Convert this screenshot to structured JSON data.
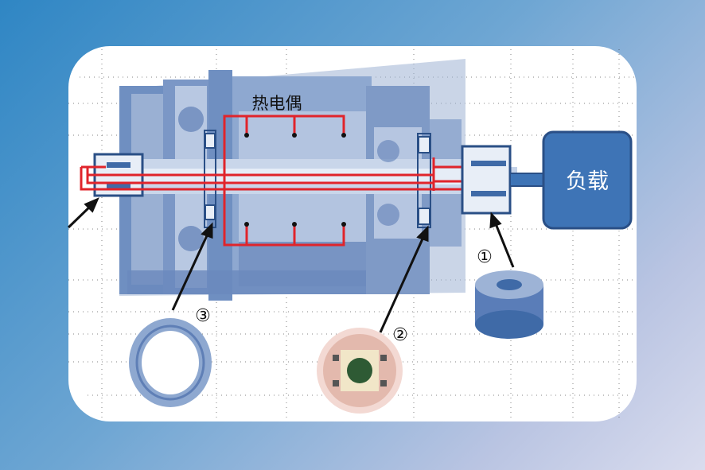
{
  "diagram": {
    "thermocouple_label": "热电偶",
    "load_label": "负载",
    "callouts": [
      {
        "id": "1",
        "symbol": "①"
      },
      {
        "id": "2",
        "symbol": "②"
      },
      {
        "id": "3",
        "symbol": "③"
      }
    ]
  },
  "colors": {
    "background_start": "#2f86c4",
    "background_end": "#d9dcee",
    "motor_body": "#8aa5cc",
    "motor_dark": "#3f6aa7",
    "wire": "#e0242b",
    "load_box": "#3e74b6",
    "load_border": "#2a4f86"
  }
}
